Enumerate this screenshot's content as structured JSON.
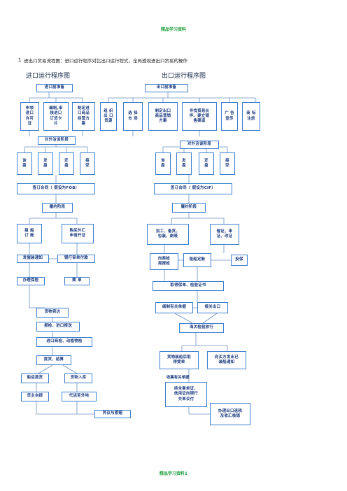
{
  "header": {
    "watermark": "精品学习资料"
  },
  "intro": {
    "bullet": "1",
    "text": "进出口贸易流程图：进口运行程序对比出口运行程式，全局透视进出口贸易的操作"
  },
  "import": {
    "title": "进口运行程序图",
    "prep": "进口前准备",
    "prep_items": [
      "申领\n进口\n许可\n证",
      "编制,审\n核进口\n订货卡\n片",
      "制定进\n口商品\n经营方\n案"
    ],
    "negotiation": "对外洽谈阶段",
    "neg_items": [
      "询\n盘",
      "发\n盘",
      "还\n盘",
      "接\n受"
    ],
    "contract": "签订合同（ 假设为FOB）",
    "performance": "履约阶段",
    "perf_items": [
      "租 船\n订 舱",
      "购买外汇\n申请开证"
    ],
    "step_a": [
      "发催装通知",
      "银行审单付款"
    ],
    "step_b": [
      "办理保险",
      "赎  单"
    ],
    "goods_arrival": "货物到达",
    "customs": "报检、进口报送",
    "inspection": "进口商检、动植物检",
    "unload": "提货、结算",
    "branch": [
      "船运提货",
      "货物入库"
    ],
    "final": [
      "货主自提",
      "代运至外地"
    ],
    "claim": "异议与索赔"
  },
  "export": {
    "title": "出口运行程序图",
    "prep": "出口前准备",
    "prep_items": [
      "组 织\n出 口\n货源",
      "选 择\n市 场",
      "制定出口\n商品营销\n方案",
      "寻找贸易伙\n伴、建立销\n售渠道",
      "广 告\n宣传",
      "商 标\n注册"
    ],
    "negotiation": "对外洽谈阶段",
    "neg_items": [
      "询\n盘",
      "发\n盘",
      "还\n盘",
      "接\n受"
    ],
    "contract": "签订合同（ 假设为CIF）",
    "performance": "履约阶段",
    "perf_items": [
      "加工、备货、\n包装、刷唛",
      "催证、审\n证、改证"
    ],
    "inspect_apply": "向商检\n局报检",
    "shipping": "租船定舱",
    "insurance": "投保",
    "cert": "取得保单、检验证书",
    "docs": "缮制有关单据",
    "declare": "报关出口",
    "ship_out": "海关检验放行",
    "bill": "货物装船后取\n得提单",
    "notice": "向买方发出已\n装船通知",
    "collect": "收集有关单据",
    "bank": "持全套单证、\n信用证向银行\n交单议付",
    "settlement": "办理出口退税\n及收汇核销"
  },
  "footer": {
    "page": "1"
  }
}
